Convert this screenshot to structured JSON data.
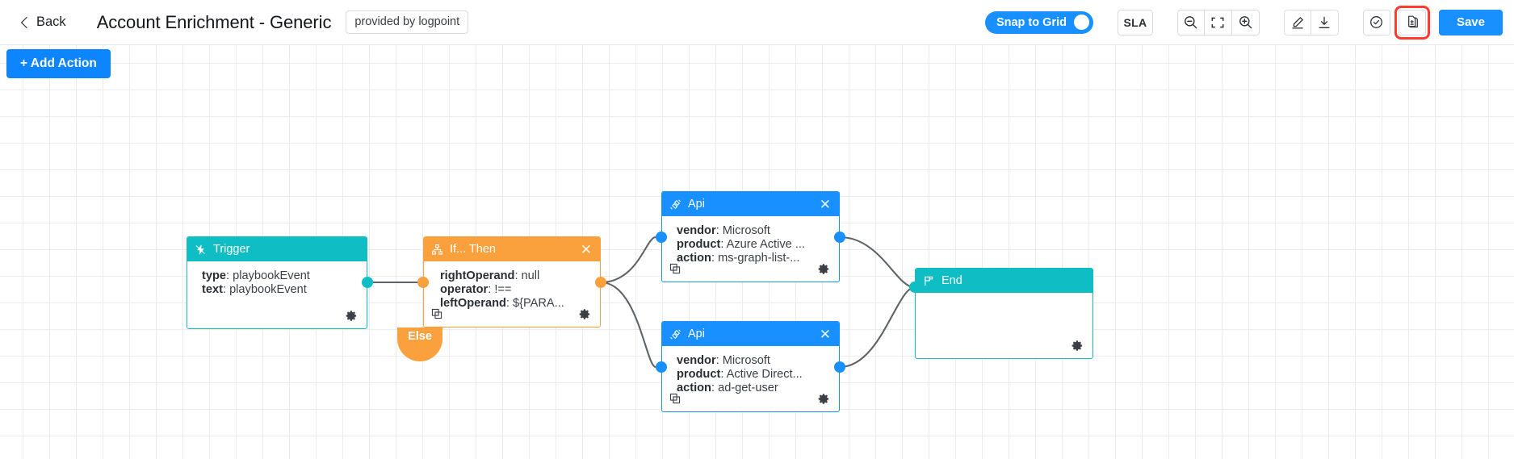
{
  "header": {
    "back_label": "Back",
    "back_icon": "chevron-left-icon",
    "title": "Account Enrichment - Generic",
    "provided_chip": "provided by logpoint",
    "snap_to_grid_label": "Snap to Grid",
    "snap_to_grid_on": true,
    "sla_label": "SLA",
    "buttons": {
      "zoom_out": "zoom-out-icon",
      "fit_screen": "fit-to-screen-icon",
      "zoom_in": "zoom-in-icon",
      "edit": "pencil-edit-icon",
      "download": "download-icon",
      "validate": "check-circle-icon",
      "versions": "document-versions-icon",
      "save_label": "Save"
    },
    "highlight_color": "#ff3b30",
    "accent_color": "#1890ff"
  },
  "canvas": {
    "add_action_label": "+ Add Action",
    "grid_size": 33,
    "colors": {
      "trigger": "#0fbdc4",
      "condition": "#faa13d",
      "api": "#1890ff",
      "end": "#0fbdc4",
      "edge": "#5f6368"
    }
  },
  "nodes": [
    {
      "id": "trigger",
      "type": "Trigger",
      "title": "Trigger",
      "icon": "lightning-bolt-icon",
      "color": "teal",
      "closable": false,
      "duplicable": false,
      "fields": [
        {
          "key": "type",
          "value": "playbookEvent"
        },
        {
          "key": "text",
          "value": "playbookEvent"
        }
      ]
    },
    {
      "id": "if-then",
      "type": "Condition",
      "title": "If... Then",
      "icon": "sitemap-icon",
      "color": "orange",
      "closable": true,
      "duplicable": true,
      "else_label": "Else",
      "fields": [
        {
          "key": "rightOperand",
          "value": "null"
        },
        {
          "key": "operator",
          "value": "!=="
        },
        {
          "key": "leftOperand",
          "value": "${PARA..."
        }
      ]
    },
    {
      "id": "api-azure",
      "type": "Api",
      "title": "Api",
      "icon": "plug-connect-icon",
      "color": "blue",
      "closable": true,
      "duplicable": true,
      "fields": [
        {
          "key": "vendor",
          "value": "Microsoft"
        },
        {
          "key": "product",
          "value": "Azure Active ..."
        },
        {
          "key": "action",
          "value": "ms-graph-list-..."
        }
      ]
    },
    {
      "id": "api-ad",
      "type": "Api",
      "title": "Api",
      "icon": "plug-connect-icon",
      "color": "blue",
      "closable": true,
      "duplicable": true,
      "fields": [
        {
          "key": "vendor",
          "value": "Microsoft"
        },
        {
          "key": "product",
          "value": "Active Direct..."
        },
        {
          "key": "action",
          "value": "ad-get-user"
        }
      ]
    },
    {
      "id": "end",
      "type": "End",
      "title": "End",
      "icon": "flag-icon",
      "color": "teal",
      "closable": false,
      "duplicable": false,
      "fields": []
    }
  ]
}
